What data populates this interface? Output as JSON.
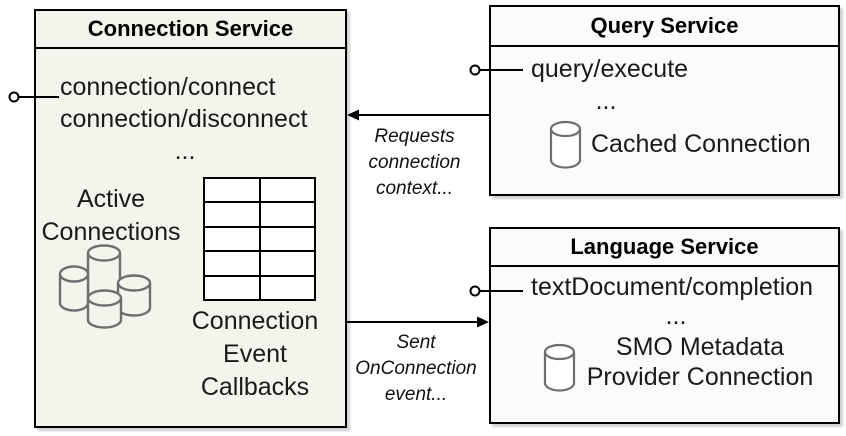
{
  "colors": {
    "connection_box_fill": "#f2f5eb",
    "service_box_fill": "#fbfbfd",
    "border": "#000000",
    "icon_stroke": "#6e6e6e"
  },
  "connection_service": {
    "title": "Connection Service",
    "methods": [
      "connection/connect",
      "connection/disconnect"
    ],
    "ellipsis": "...",
    "active_connections": {
      "lines": [
        "Active",
        "Connections"
      ]
    },
    "callbacks": {
      "lines": [
        "Connection",
        "Event",
        "Callbacks"
      ]
    },
    "icons": {
      "cluster": "database-cylinders-cluster",
      "table": "table-grid"
    }
  },
  "query_service": {
    "title": "Query Service",
    "methods": [
      "query/execute"
    ],
    "ellipsis": "...",
    "cached_connection": "Cached Connection",
    "icon": "database-cylinder"
  },
  "language_service": {
    "title": "Language Service",
    "methods": [
      "textDocument/completion"
    ],
    "ellipsis": "...",
    "smo": {
      "lines": [
        "SMO Metadata",
        "Provider Connection"
      ]
    },
    "icon": "database-cylinder"
  },
  "arrows": {
    "requests": {
      "lines": [
        "Requests",
        "connection",
        "context..."
      ]
    },
    "sent": {
      "lines": [
        "Sent",
        "OnConnection",
        "event..."
      ]
    }
  }
}
